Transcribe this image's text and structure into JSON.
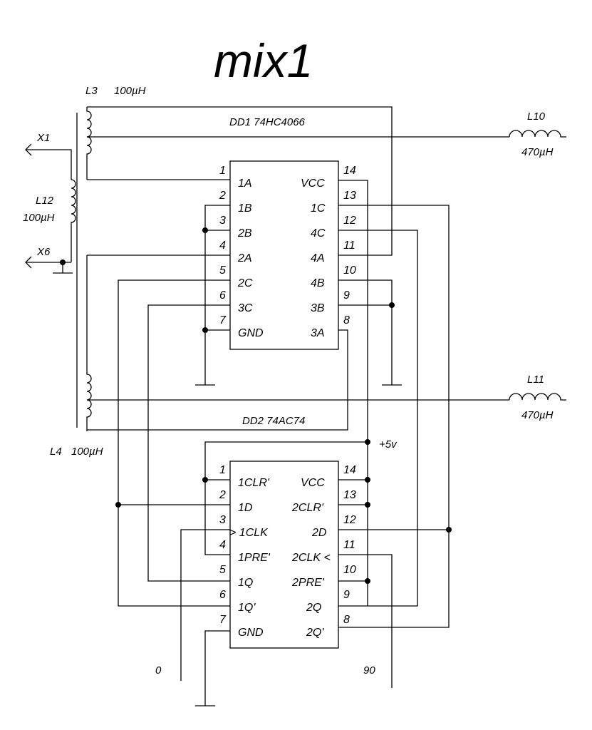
{
  "title": "mix1",
  "components": {
    "l3": {
      "name": "L3",
      "value": "100µH"
    },
    "l4": {
      "name": "L4",
      "value": "100µH"
    },
    "l10": {
      "name": "L10",
      "value": "470µH"
    },
    "l11": {
      "name": "L11",
      "value": "470µH"
    },
    "l12": {
      "name": "L12",
      "value": "100µH"
    },
    "dd1": {
      "label": "DD1  74HC4066"
    },
    "dd2": {
      "label": "DD2  74AC74"
    }
  },
  "ports": {
    "x1": "X1",
    "x6": "X6",
    "vcc": "+5v",
    "clk0": "0",
    "clk90": "90"
  },
  "dd1_pins_left": [
    {
      "num": "1",
      "name": "1A"
    },
    {
      "num": "2",
      "name": "1B"
    },
    {
      "num": "3",
      "name": "2B"
    },
    {
      "num": "4",
      "name": "2A"
    },
    {
      "num": "5",
      "name": "2C"
    },
    {
      "num": "6",
      "name": "3C"
    },
    {
      "num": "7",
      "name": "GND"
    }
  ],
  "dd1_pins_right": [
    {
      "num": "14",
      "name": "VCC"
    },
    {
      "num": "13",
      "name": "1C"
    },
    {
      "num": "12",
      "name": "4C"
    },
    {
      "num": "11",
      "name": "4A"
    },
    {
      "num": "10",
      "name": "4B"
    },
    {
      "num": "9",
      "name": "3B"
    },
    {
      "num": "8",
      "name": "3A"
    }
  ],
  "dd2_pins_left": [
    {
      "num": "1",
      "name": "1CLR'"
    },
    {
      "num": "2",
      "name": "1D"
    },
    {
      "num": "3",
      "name": "> 1CLK"
    },
    {
      "num": "4",
      "name": "1PRE'"
    },
    {
      "num": "5",
      "name": "1Q"
    },
    {
      "num": "6",
      "name": "1Q'"
    },
    {
      "num": "7",
      "name": "GND"
    }
  ],
  "dd2_pins_right": [
    {
      "num": "14",
      "name": "VCC"
    },
    {
      "num": "13",
      "name": "2CLR'"
    },
    {
      "num": "12",
      "name": "2D"
    },
    {
      "num": "11",
      "name": "2CLK <"
    },
    {
      "num": "10",
      "name": "2PRE'"
    },
    {
      "num": "9",
      "name": "2Q"
    },
    {
      "num": "8",
      "name": "2Q'"
    }
  ]
}
